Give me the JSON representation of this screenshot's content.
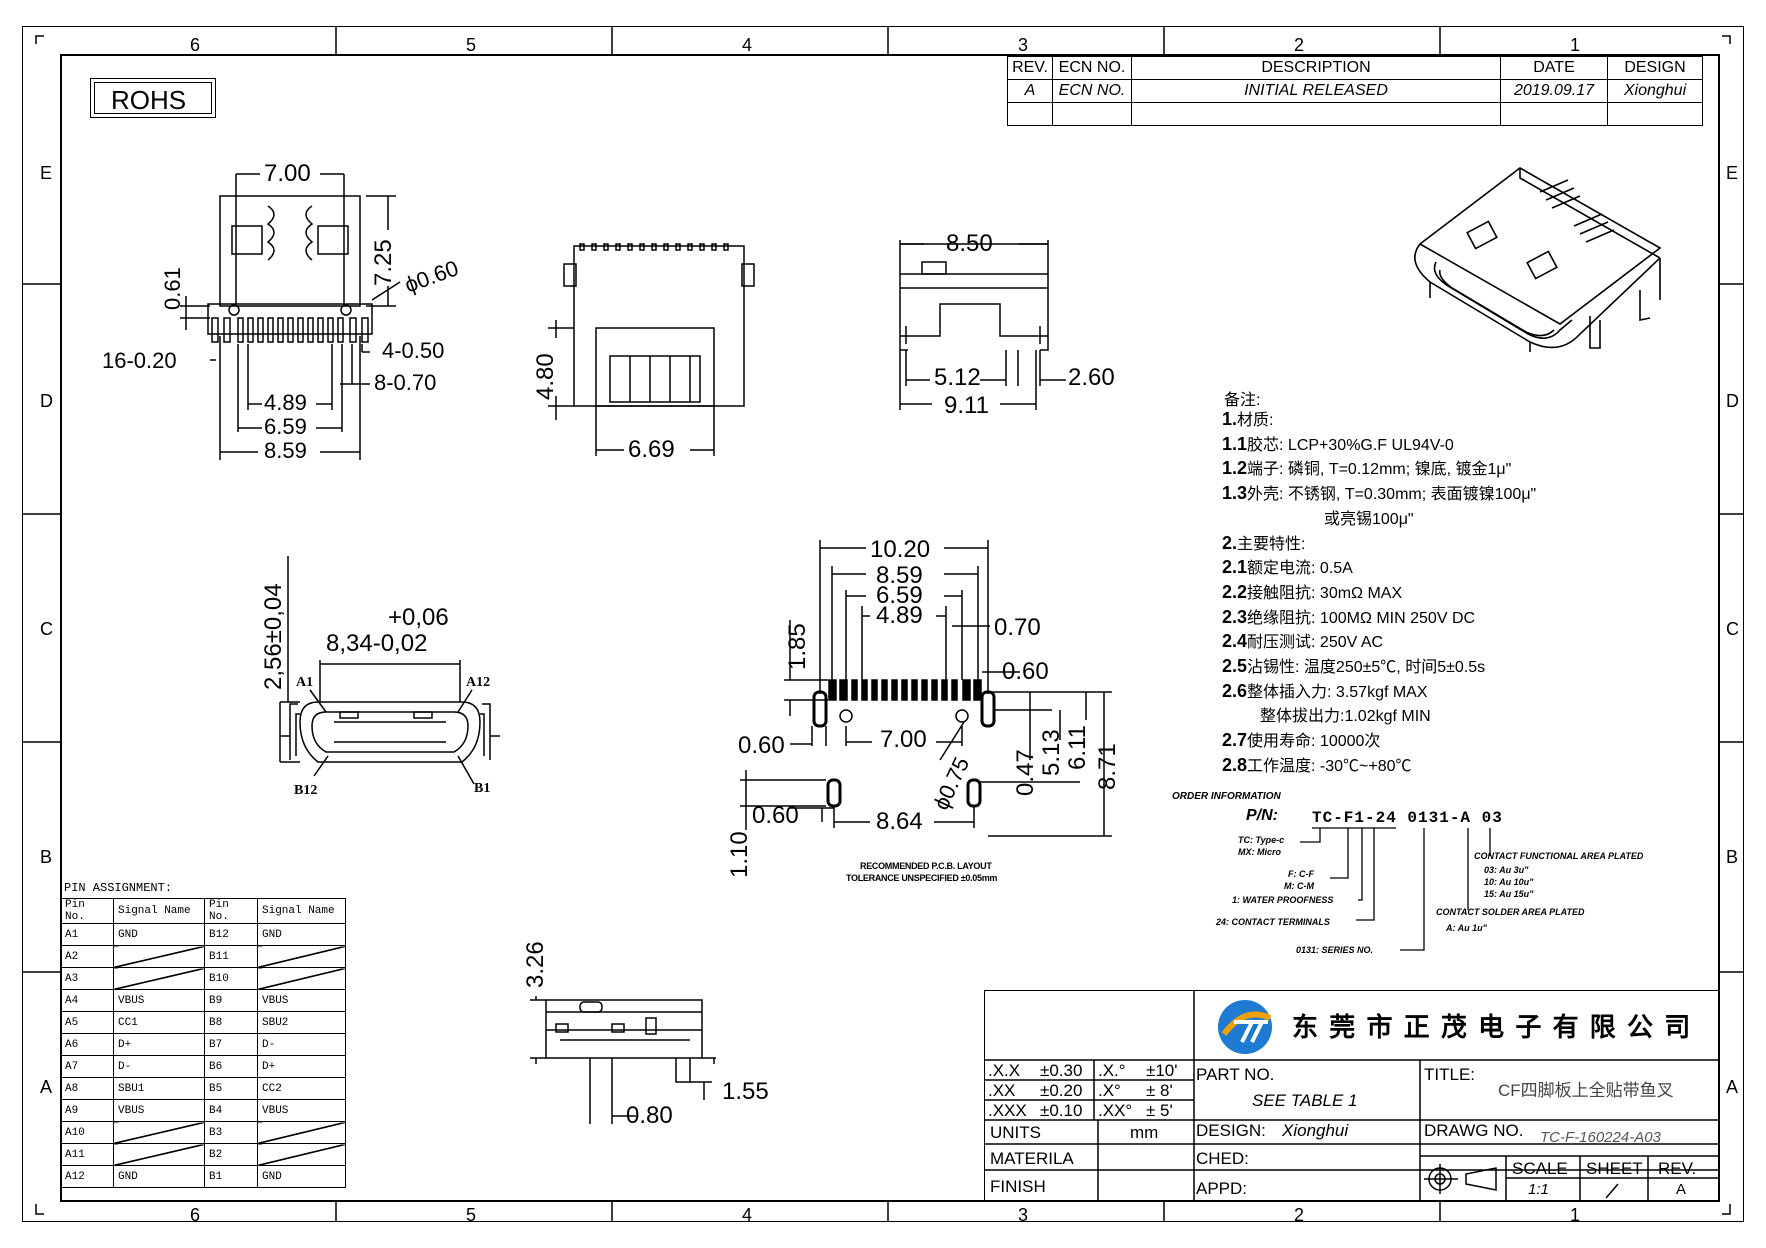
{
  "frame": {
    "top_zones": [
      "6",
      "5",
      "4",
      "3",
      "2",
      "1"
    ],
    "side_zones": [
      "E",
      "D",
      "C",
      "B",
      "A"
    ]
  },
  "rohs": "ROHS",
  "revision_table": {
    "headers": [
      "REV.",
      "ECN NO.",
      "DESCRIPTION",
      "DATE",
      "DESIGN"
    ],
    "row": [
      "A",
      "ECN NO.",
      "INITIAL RELEASED",
      "2019.09.17",
      "Xionghui"
    ]
  },
  "view1": {
    "dim_width": "7.00",
    "dim_height": "7.25",
    "dim_061": "0.61",
    "dim_hole": "ϕ0.60",
    "dim_pads16": "16-0.20",
    "dim_pads4": "4-0.50",
    "dim_pads8": "8-0.70",
    "dim_489": "4.89",
    "dim_659": "6.59",
    "dim_859": "8.59"
  },
  "view2": {
    "dim_height": "4.80",
    "dim_width": "6.69"
  },
  "view3": {
    "dim_top": "8.50",
    "dim_512": "5.12",
    "dim_260": "2.60",
    "dim_911": "9.11"
  },
  "view_front": {
    "tol_plus": "+0,06",
    "dim_width": "8,34-0,02",
    "dim_height": "2,56±0,04",
    "label_a1": "A1",
    "label_a12": "A12",
    "label_b12": "B12",
    "label_b1": "B1"
  },
  "pcb_layout": {
    "dim_1020": "10.20",
    "dim_859": "8.59",
    "dim_659": "6.59",
    "dim_489": "4.89",
    "dim_070": "0.70",
    "dim_185": "1.85",
    "dim_060a": "0.60",
    "dim_060b": "0.60",
    "dim_700": "7.00",
    "dim_075": "ϕ0.75",
    "dim_047": "0.47",
    "dim_513": "5.13",
    "dim_611": "6.11",
    "dim_871": "8.71",
    "dim_060c": "0.60",
    "dim_864": "8.64",
    "dim_110": "1.10",
    "caption1": "RECOMMENDED  P.C.B. LAYOUT",
    "caption2": "TOLERANCE UNSPECIFIED ±0.05mm"
  },
  "view_side": {
    "dim_326": "3.26",
    "dim_155": "1.55",
    "dim_080": "0.80"
  },
  "notes": {
    "title": "备注:",
    "lines": [
      {
        "num": "1.",
        "text": "材质:"
      },
      {
        "num": "1.1",
        "text": "胶芯: LCP+30%G.F  UL94V-0"
      },
      {
        "num": "1.2",
        "text": "端子: 磷铜, T=0.12mm; 镍底, 镀金1μ\""
      },
      {
        "num": "1.3",
        "text": "外壳: 不锈钢, T=0.30mm; 表面镀镍100μ\""
      },
      {
        "num": "",
        "text": "或亮锡100μ\""
      },
      {
        "num": "2.",
        "text": "主要特性:"
      },
      {
        "num": "2.1",
        "text": "额定电流: 0.5A"
      },
      {
        "num": "2.2",
        "text": "接触阻抗: 30mΩ  MAX"
      },
      {
        "num": "2.3",
        "text": "绝缘阻抗: 100MΩ  MIN  250V  DC"
      },
      {
        "num": "2.4",
        "text": "耐压测试: 250V  AC"
      },
      {
        "num": "2.5",
        "text": "沾锡性: 温度250±5℃, 时间5±0.5s"
      },
      {
        "num": "2.6",
        "text": "整体插入力: 3.57kgf  MAX"
      },
      {
        "num": "",
        "text": "整体拔出力:1.02kgf  MIN"
      },
      {
        "num": "2.7",
        "text": "使用寿命: 10000次"
      },
      {
        "num": "2.8",
        "text": "工作温度: -30℃~+80℃"
      }
    ]
  },
  "order_info": {
    "title": "ORDER INFORMATION",
    "pn_label": "P/N:",
    "pn": "TC-F1-24 0131-A 03",
    "tc": "TC: Type-c",
    "mx": "MX: Micro",
    "f": "F: C-F",
    "m": "M: C-M",
    "water": "1: WATER PROOFNESS",
    "terminals": "24: CONTACT TERMINALS",
    "series": "0131: SERIES NO.",
    "functional": "CONTACT FUNCTIONAL AREA PLATED",
    "plate03": "03: Au 3u\"",
    "plate10": "10: Au 10u\"",
    "plate15": "15: Au 15u\"",
    "solder": "CONTACT SOLDER AREA PLATED",
    "solder_a": "A: Au 1u\""
  },
  "pin_assignment": {
    "title": "PIN ASSIGNMENT:",
    "headers": [
      "Pin No.",
      "Signal Name",
      "Pin No.",
      "Signal Name"
    ],
    "rows": [
      [
        "A1",
        "GND",
        "B12",
        "GND"
      ],
      [
        "A2",
        "",
        "B11",
        ""
      ],
      [
        "A3",
        "",
        "B10",
        ""
      ],
      [
        "A4",
        "VBUS",
        "B9",
        "VBUS"
      ],
      [
        "A5",
        "CC1",
        "B8",
        "SBU2"
      ],
      [
        "A6",
        "D+",
        "B7",
        "D-"
      ],
      [
        "A7",
        "D-",
        "B6",
        "D+"
      ],
      [
        "A8",
        "SBU1",
        "B5",
        "CC2"
      ],
      [
        "A9",
        "VBUS",
        "B4",
        "VBUS"
      ],
      [
        "A10",
        "",
        "B3",
        ""
      ],
      [
        "A11",
        "",
        "B2",
        ""
      ],
      [
        "A12",
        "GND",
        "B1",
        "GND"
      ]
    ]
  },
  "title_block": {
    "company": "东 莞 市 正 茂 电 子 有 限 公 司",
    "tol1a": ".X.X",
    "tol1b": "±0.30",
    "tol1c": ".X.°",
    "tol1d": "±10'",
    "tol2a": ".XX",
    "tol2b": "±0.20",
    "tol2c": ".X°",
    "tol2d": "± 8'",
    "tol3a": ".XXX",
    "tol3b": "±0.10",
    "tol3c": ".XX°",
    "tol3d": "± 5'",
    "units_label": "UNITS",
    "units_value": "mm",
    "materila_label": "MATERILA",
    "finish_label": "FINISH",
    "part_no_label": "PART  NO.",
    "part_no_value": "SEE  TABLE  1",
    "title_label": "TITLE:",
    "title_value": "CF四脚板上全贴带鱼叉",
    "design_label": "DESIGN:",
    "design_value": "Xionghui",
    "drawg_label": "DRAWG  NO.",
    "drawg_value": "TC-F-160224-A03",
    "ched_label": "CHED:",
    "appd_label": "APPD:",
    "scale_label": "SCALE",
    "scale_value": "1:1",
    "sheet_label": "SHEET",
    "sheet_value": "/",
    "rev_label": "REV.",
    "rev_value": "A"
  }
}
